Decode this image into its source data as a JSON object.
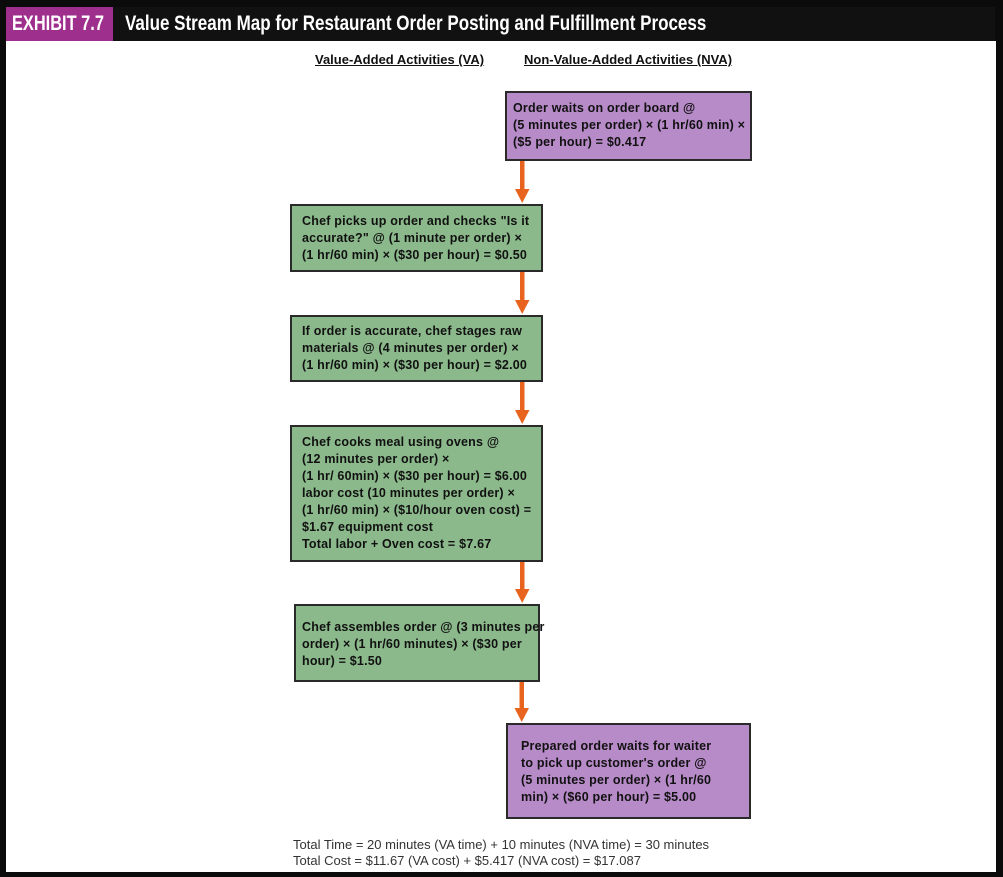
{
  "header": {
    "exhibit_label": "EXHIBIT 7.7",
    "title": "Value Stream Map for Restaurant Order Posting and Fulfillment Process"
  },
  "columns": {
    "va_heading": "Value-Added Activities (VA)",
    "nva_heading": "Non-Value-Added Activities (NVA)"
  },
  "steps": [
    {
      "lines": [
        "Order waits on order board @",
        "(5 minutes per order) × (1 hr/60 min) ×",
        "($5 per hour) = $0.417"
      ]
    },
    {
      "lines": [
        "Chef picks up order and checks \"Is it",
        "accurate?\" @ (1 minute per order) ×",
        "(1 hr/60 min) × ($30 per hour) = $0.50"
      ]
    },
    {
      "lines": [
        "If order is accurate, chef stages raw",
        "materials @ (4 minutes per order) ×",
        "(1 hr/60 min) × ($30 per hour) = $2.00"
      ]
    },
    {
      "lines": [
        "Chef cooks meal using ovens @",
        "(12 minutes per order) ×",
        "(1 hr/ 60min) × ($30 per hour) = $6.00",
        "labor cost (10 minutes per order) ×",
        "(1 hr/60 min) × ($10/hour oven cost) =",
        "$1.67 equipment cost",
        "Total labor + Oven cost = $7.67"
      ]
    },
    {
      "lines": [
        "Chef assembles order @ (3 minutes per",
        "order) × (1 hr/60 minutes) × ($30 per",
        "hour) = $1.50"
      ]
    },
    {
      "lines": [
        "Prepared order waits for waiter",
        "to pick up customer's order @",
        "(5 minutes per order) × (1 hr/60",
        "min) × ($60 per hour) = $5.00"
      ]
    }
  ],
  "footer": {
    "total_time": "Total Time = 20 minutes (VA time) + 10 minutes (NVA time) = 30 minutes",
    "total_cost": "Total Cost = $11.67 (VA cost) + $5.417 (NVA cost) = $17.087"
  },
  "colors": {
    "exhibit_label": "#9e2f8c",
    "header_bar": "#111111",
    "va_box": "#8bb98b",
    "nva_box": "#b78ac8",
    "arrow": "#e8641e",
    "box_border": "#2a2a2a"
  }
}
